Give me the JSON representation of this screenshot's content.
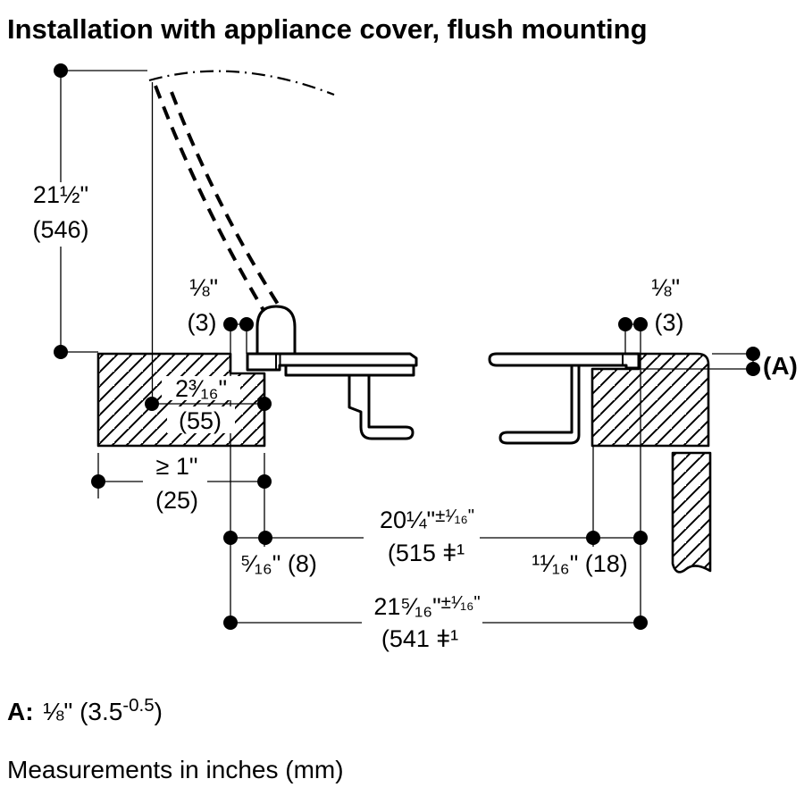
{
  "title": "Installation with appliance cover, flush mounting",
  "dimensions": {
    "height": {
      "in": "21½\"",
      "mm": "(546)"
    },
    "gap_left": {
      "in": "⅛\"",
      "mm": "(3)"
    },
    "gap_right": {
      "in": "⅛\"",
      "mm": "(3)"
    },
    "counter_thickness": {
      "in": "2³⁄₁₆\"",
      "mm": "(55)"
    },
    "min_distance": {
      "in": "≥ 1\"",
      "mm": "(25)"
    },
    "offset_left": {
      "label": "⁵⁄₁₆\" (8)"
    },
    "cutout_width": {
      "in": "20¼\"",
      "tol": "±¹⁄₁₆\"",
      "mm": "(515 ǂ¹"
    },
    "offset_right": {
      "label": "¹¹⁄₁₆\" (18)"
    },
    "overall_width": {
      "in": "21⁵⁄₁₆\"",
      "tol": "±¹⁄₁₆\"",
      "mm": "(541 ǂ¹"
    },
    "ref_a": {
      "label": "(A)"
    }
  },
  "notes": {
    "a_prefix": "A:",
    "a_value": "⅛\" (3.5",
    "a_sup": "-0.5",
    "a_close": ")",
    "footer": "Measurements in inches (mm)"
  },
  "colors": {
    "line": "#000000",
    "background": "#ffffff"
  }
}
